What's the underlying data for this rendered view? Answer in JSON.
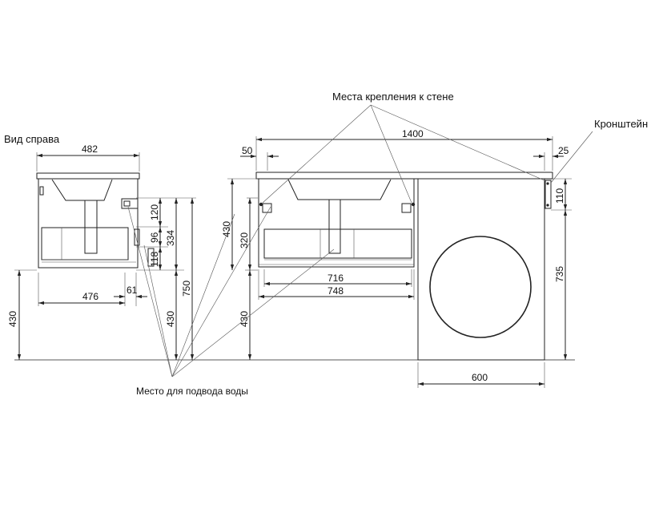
{
  "labels": {
    "side_view": "Вид справа",
    "wall_mounts": "Места крепления к стене",
    "bracket": "Кронштейн",
    "water_supply": "Место для подвода воды"
  },
  "dimensions": {
    "side_width_top": "482",
    "side_120": "120",
    "side_96": "96",
    "side_118": "118",
    "side_334": "334",
    "side_750": "750",
    "side_430_inner": "430",
    "side_430_floor": "430",
    "side_476": "476",
    "side_61": "61",
    "front_50": "50",
    "front_1400": "1400",
    "front_25": "25",
    "front_430_top": "430",
    "front_320": "320",
    "front_430_floor": "430",
    "front_716": "716",
    "front_748": "748",
    "front_110": "110",
    "front_735": "735",
    "front_600": "600"
  },
  "colors": {
    "line": "#222222",
    "background": "#ffffff"
  }
}
